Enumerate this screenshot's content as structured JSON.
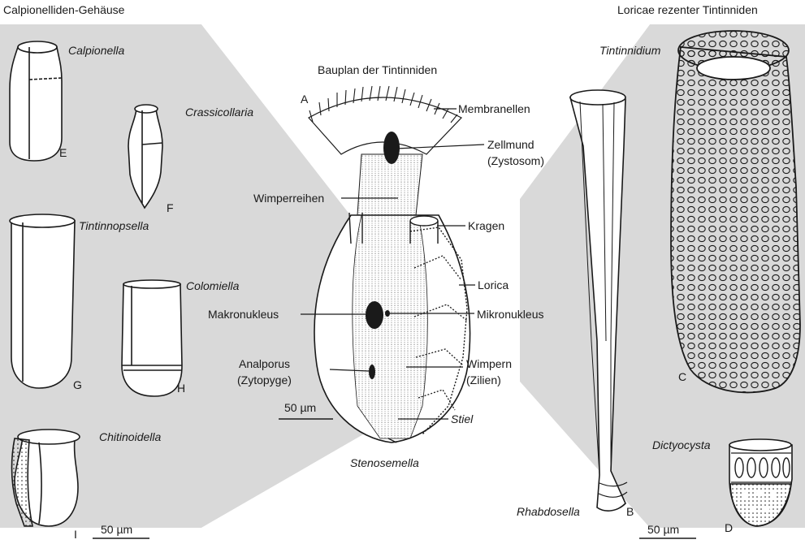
{
  "headings": {
    "left": "Calpionelliden-Gehäuse",
    "right": "Loricae rezenter Tintinniden",
    "center": "Bauplan der Tintinniden"
  },
  "species": {
    "calpionella": "Calpionella",
    "crassicollaria": "Crassicollaria",
    "tintinnopsella": "Tintinnopsella",
    "colomiella": "Colomiella",
    "chitinoidella": "Chitinoidella",
    "stenosemella": "Stenosemella",
    "tintinnidium": "Tintinnidium",
    "rhabdosella": "Rhabdosella",
    "dictyocysta": "Dictyocysta"
  },
  "letters": {
    "A": "A",
    "B": "B",
    "C": "C",
    "D": "D",
    "E": "E",
    "F": "F",
    "G": "G",
    "H": "H",
    "I": "I"
  },
  "parts": {
    "membranellen": "Membranellen",
    "zellmund_1": "Zellmund",
    "zellmund_2": "(Zystosom)",
    "wimperreihen": "Wimperreihen",
    "kragen": "Kragen",
    "lorica": "Lorica",
    "makronukleus": "Makronukleus",
    "mikronukleus": "Mikronukleus",
    "analporus_1": "Analporus",
    "analporus_2": "(Zytopyge)",
    "wimpern_1": "Wimpern",
    "wimpern_2": "(Zilien)",
    "stiel": "Stiel"
  },
  "scale_bars": {
    "center": "50 µm",
    "left": "50 µm",
    "right": "50 µm"
  },
  "colors": {
    "background_band": "#d9d9d9",
    "ink": "#1a1a1a",
    "fill": "#ffffff"
  }
}
